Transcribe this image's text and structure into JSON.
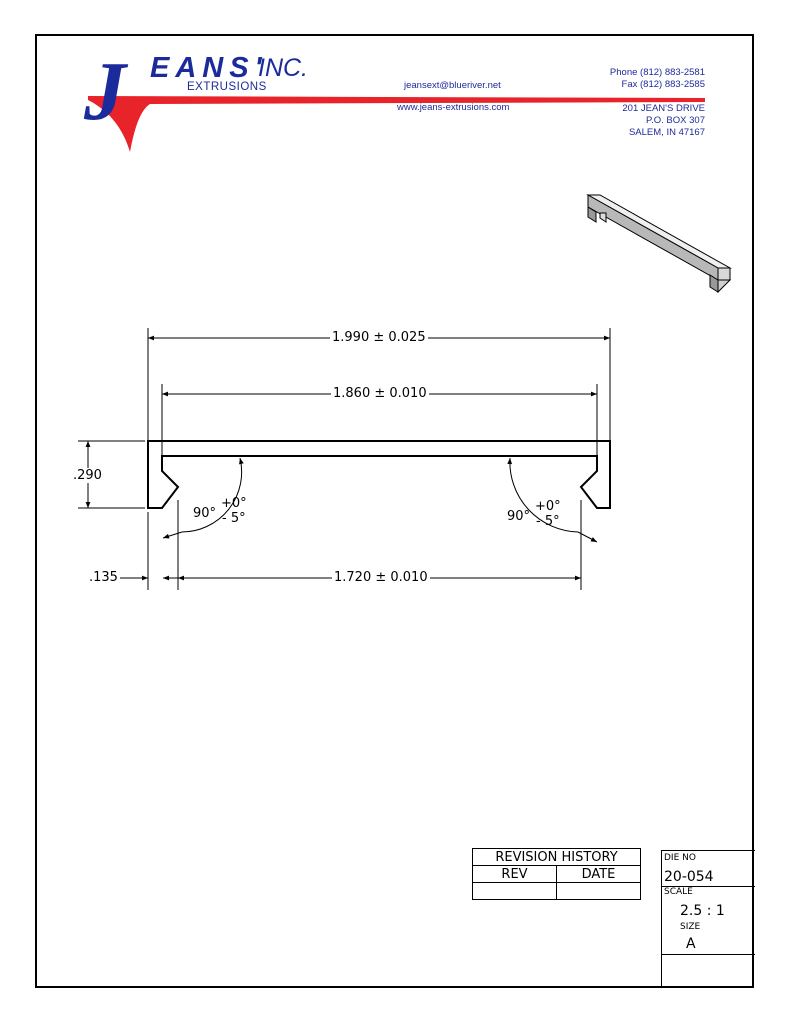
{
  "company": {
    "logo_j": "J",
    "logo_eans": "EANS'",
    "logo_inc": "INC.",
    "logo_extrusions": "EXTRUSIONS",
    "email": "jeansext@blueriver.net",
    "website": "www.jeans-extrusions.com",
    "phone": "Phone (812) 883-2581",
    "fax": "Fax (812) 883-2585",
    "address_line1": "201 JEAN'S DRIVE",
    "address_line2": "P.O. BOX 307",
    "address_line3": "SALEM, IN 47167",
    "brand_blue": "#1c2b9c",
    "brand_red": "#e8242a"
  },
  "drawing": {
    "overall_width": "1.990 ± 0.025",
    "inner_width": "1.860 ± 0.010",
    "opening_width": "1.720 ± 0.010",
    "height": ".290",
    "lip": ".135",
    "angle_left_main": "90°",
    "angle_left_plus": "+0°",
    "angle_left_minus": "- 5°",
    "angle_right_main": "90°",
    "angle_right_plus": "+0°",
    "angle_right_minus": "- 5°"
  },
  "revision_history": {
    "title": "REVISION HISTORY",
    "col_rev": "REV",
    "col_date": "DATE"
  },
  "title_block": {
    "die_no_label": "DIE NO",
    "die_no_value": "20-054",
    "scale_label": "SCALE",
    "scale_value": "2.5 : 1",
    "size_label": "SIZE",
    "size_value": "A"
  }
}
